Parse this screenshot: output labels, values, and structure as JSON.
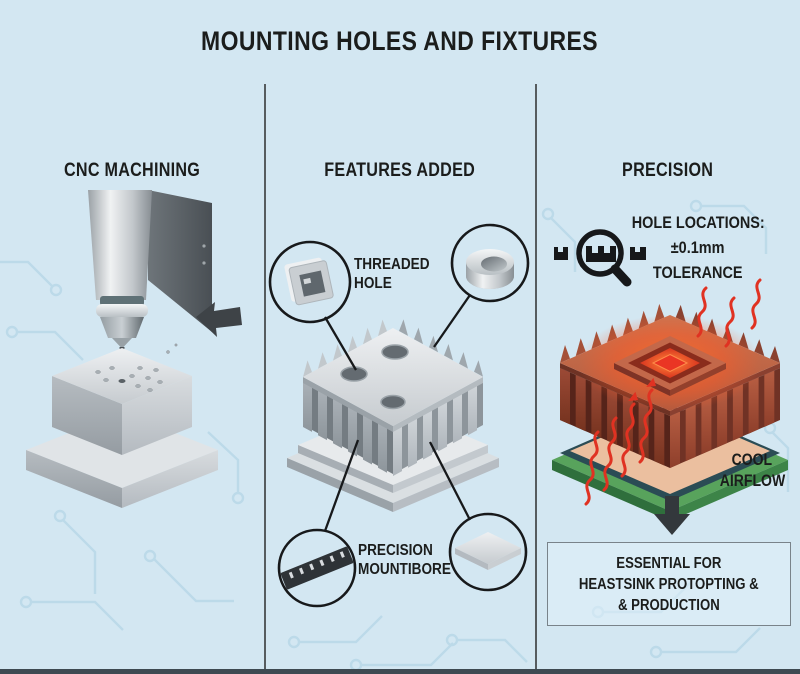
{
  "title": "MOUNTING HOLES AND FIXTURES",
  "panels": {
    "cnc": {
      "header": "CNC MACHINING"
    },
    "features": {
      "header": "FEATURES ADDED",
      "threaded_hole": {
        "line1": "THREADED",
        "line2": "HOLE"
      },
      "mountibore": {
        "line1": "PRECISION",
        "line2": "MOUNTIBORE"
      }
    },
    "precision": {
      "header": "PRECISION",
      "tolerance": {
        "line1": "HOLE LOCATIONS:",
        "line2": "±0.1mm",
        "line3": "TOLERANCE"
      },
      "airflow": {
        "line1": "COOL",
        "line2": "AIRFLOW"
      },
      "box": {
        "line1": "ESSENTIAL FOR",
        "line2": "HEASTSINK PROTOPTING &",
        "line3": "& PRODUCTION"
      }
    }
  },
  "icons": {
    "magnifier": "magnifier-ruler-icon",
    "threaded_hole": "threaded-hole-insert-icon",
    "bushing": "round-bushing-icon",
    "ruler": "ruler-icon",
    "plate": "flat-plate-icon",
    "left_arrow": "left-arrow-icon",
    "down_arrow": "down-arrow-icon",
    "heat_waves": "heat-wave-lines"
  },
  "colors": {
    "background": "#d3e7f2",
    "text": "#1b1d1c",
    "divider": "#565c5f",
    "circuit_trace": "#b9d8e8",
    "accent_red": "#e03222",
    "pcb_green": "#58a35c",
    "copper": "#c06a4a",
    "metal_gray": "#c9ced2"
  }
}
